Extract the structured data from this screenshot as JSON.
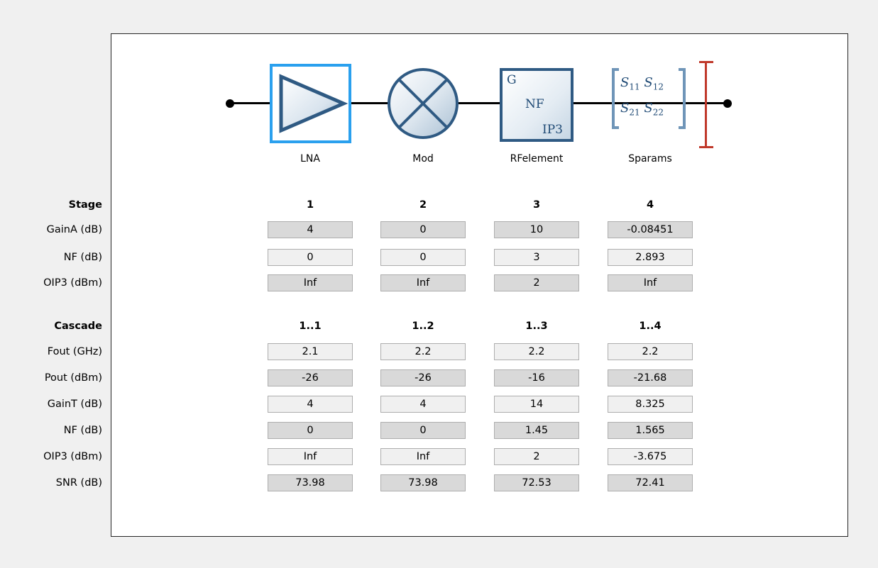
{
  "elements": [
    "LNA",
    "Mod",
    "RFelement",
    "Sparams"
  ],
  "rfelement_icon": {
    "g": "G",
    "nf": "NF",
    "ip3": "IP3"
  },
  "sparams_icon": {
    "s11": "S",
    "s12": "S",
    "s21": "S",
    "s22": "S",
    "sub11": "11",
    "sub12": "12",
    "sub21": "21",
    "sub22": "22"
  },
  "stage": {
    "header": "Stage",
    "columns": [
      "1",
      "2",
      "3",
      "4"
    ],
    "rows": [
      {
        "label": "GainA (dB)",
        "values": [
          "4",
          "0",
          "10",
          "-0.08451"
        ]
      },
      {
        "label": "NF (dB)",
        "values": [
          "0",
          "0",
          "3",
          "2.893"
        ]
      },
      {
        "label": "OIP3 (dBm)",
        "values": [
          "Inf",
          "Inf",
          "2",
          "Inf"
        ]
      }
    ]
  },
  "cascade": {
    "header": "Cascade",
    "columns": [
      "1..1",
      "1..2",
      "1..3",
      "1..4"
    ],
    "rows": [
      {
        "label": "Fout (GHz)",
        "values": [
          "2.1",
          "2.2",
          "2.2",
          "2.2"
        ]
      },
      {
        "label": "Pout (dBm)",
        "values": [
          "-26",
          "-26",
          "-16",
          "-21.68"
        ]
      },
      {
        "label": "GainT (dB)",
        "values": [
          "4",
          "4",
          "14",
          "8.325"
        ]
      },
      {
        "label": "NF (dB)",
        "values": [
          "0",
          "0",
          "1.45",
          "1.565"
        ]
      },
      {
        "label": "OIP3 (dBm)",
        "values": [
          "Inf",
          "Inf",
          "2",
          "-3.675"
        ]
      },
      {
        "label": "SNR (dB)",
        "values": [
          "73.98",
          "73.98",
          "72.53",
          "72.41"
        ]
      }
    ]
  },
  "colors": {
    "panel_border": "#262626",
    "lna_selection": "#2aa0ee",
    "block_blue": "#2f5a83",
    "terminator_red": "#c0392b",
    "cell_dark": "#d9d9d9",
    "cell_light": "#f0f0f0"
  }
}
